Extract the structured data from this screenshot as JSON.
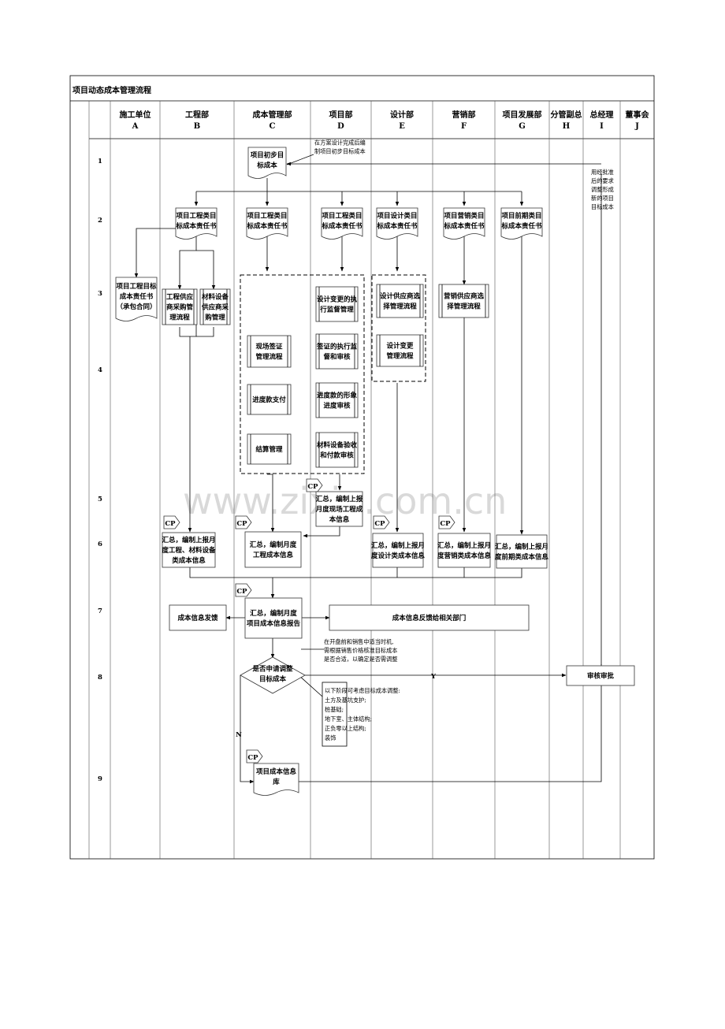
{
  "title": "项目动态成本管理流程",
  "watermark": "www.zixin.com.cn",
  "columns": [
    {
      "name": "施工单位",
      "code": "A"
    },
    {
      "name": "工程部",
      "code": "B"
    },
    {
      "name": "成本管理部",
      "code": "C"
    },
    {
      "name": "项目部",
      "code": "D"
    },
    {
      "name": "设计部",
      "code": "E"
    },
    {
      "name": "营销部",
      "code": "F"
    },
    {
      "name": "项目发展部",
      "code": "G"
    },
    {
      "name": "分管副总",
      "code": "H"
    },
    {
      "name": "总经理",
      "code": "I"
    },
    {
      "name": "董事会",
      "code": "J"
    }
  ],
  "rows": [
    "1",
    "2",
    "3",
    "4",
    "5",
    "6",
    "7",
    "8",
    "9"
  ],
  "nodes": {
    "c_initial": [
      "项目初步目",
      "标成本"
    ],
    "note_initial": [
      "在方案设计完成后编",
      "制项目初步目标成本"
    ],
    "note_ceo": [
      "用经批准",
      "后的要求",
      "调整形成",
      "新的项目",
      "目标成本"
    ],
    "b_resp": [
      "项目工程类目",
      "标成本责任书"
    ],
    "c_resp": [
      "项目工程类目",
      "标成本责任书"
    ],
    "d_resp": [
      "项目工程类目",
      "标成本责任书"
    ],
    "e_resp": [
      "项目设计类目",
      "标成本责任书"
    ],
    "f_resp": [
      "项目营销类目",
      "标成本责任书"
    ],
    "g_resp": [
      "项目前期类目",
      "标成本责任书"
    ],
    "a_resp": [
      "项目工程目标",
      "成本责任书",
      "（承包合同）"
    ],
    "b_supplier": [
      "工程供应",
      "商采购管",
      "理流程"
    ],
    "b_material": [
      "材料设备",
      "供应商采",
      "购管理"
    ],
    "d_design_change": [
      "设计变更的执",
      "行监督管理"
    ],
    "d_visa": [
      "签证的执行监",
      "督和审核"
    ],
    "d_progress": [
      "进度款的形象",
      "进度审核"
    ],
    "d_material_pay": [
      "材料设备验收",
      "和付款审核"
    ],
    "c_site_visa": [
      "现场签证",
      "管理流程"
    ],
    "c_progress_pay": [
      "进度款支付"
    ],
    "c_settlement": [
      "结算管理"
    ],
    "e_supplier": [
      "设计供应商选",
      "择管理流程"
    ],
    "e_change": [
      "设计变更",
      "管理流程"
    ],
    "f_supplier": [
      "营销供应商选",
      "择管理流程"
    ],
    "d_summary": [
      "汇总，编制上报",
      "月度现场工程成",
      "本信息"
    ],
    "b_summary": [
      "汇总，编制上报月",
      "度工程、材料设备",
      "类成本信息"
    ],
    "c_summary": [
      "汇总，编制月度",
      "工程成本信息"
    ],
    "e_summary": [
      "汇总，编制上报月",
      "度设计类成本信息"
    ],
    "f_summary": [
      "汇总，编制上报月",
      "度营销类成本信息"
    ],
    "g_summary": [
      "汇总，编制上报月",
      "度前期类成本信息"
    ],
    "c_report": [
      "汇总，编制月度",
      "项目成本信息报告"
    ],
    "b_feedback": [
      "成本信息发馈"
    ],
    "feedback_dept": [
      "成本信息反馈给相关部门"
    ],
    "note_sales": [
      "在开盘前和销售中适当时机,",
      "需根据销售价格核准目标成本",
      "是否合适，以确定是否需调整"
    ],
    "decision": [
      "是否申请调整",
      "目标成本"
    ],
    "yes": "Y",
    "no": "N",
    "note_stages": [
      "以下阶段可考虑目标成本调整:",
      "土方及基坑支护;",
      "桩基础;",
      "地下室、主体结构;",
      "正负零以上结构;",
      "装饰"
    ],
    "approve": [
      "审核审批"
    ],
    "database": [
      "项目成本信息",
      "库"
    ],
    "cp": "CP"
  }
}
